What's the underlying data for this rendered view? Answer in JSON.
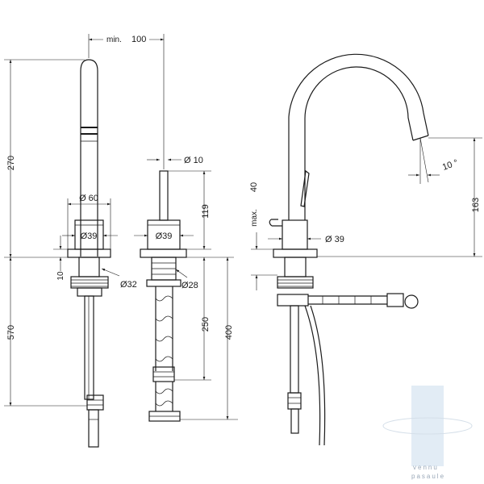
{
  "labels": {
    "min": "min.",
    "d100": "100",
    "d270": "270",
    "d570": "570",
    "d10v": "10",
    "dia60": "Ø 60",
    "dia39a": "Ø39",
    "dia32": "Ø32",
    "dia10": "Ø 10",
    "d119": "119",
    "dia39b": "Ø39",
    "dia28": "Ø28",
    "d250": "250",
    "d400": "400",
    "max": "max.",
    "d40": "40",
    "dia39c": "Ø  39",
    "angle": "10 °",
    "d163": "163"
  },
  "watermark": {
    "line1": "vennu",
    "line2": "pasaule"
  },
  "colors": {
    "ink": "#1a1a1a",
    "watermark": "#9aa8b8",
    "watermark_bar": "#cfe0ef"
  }
}
